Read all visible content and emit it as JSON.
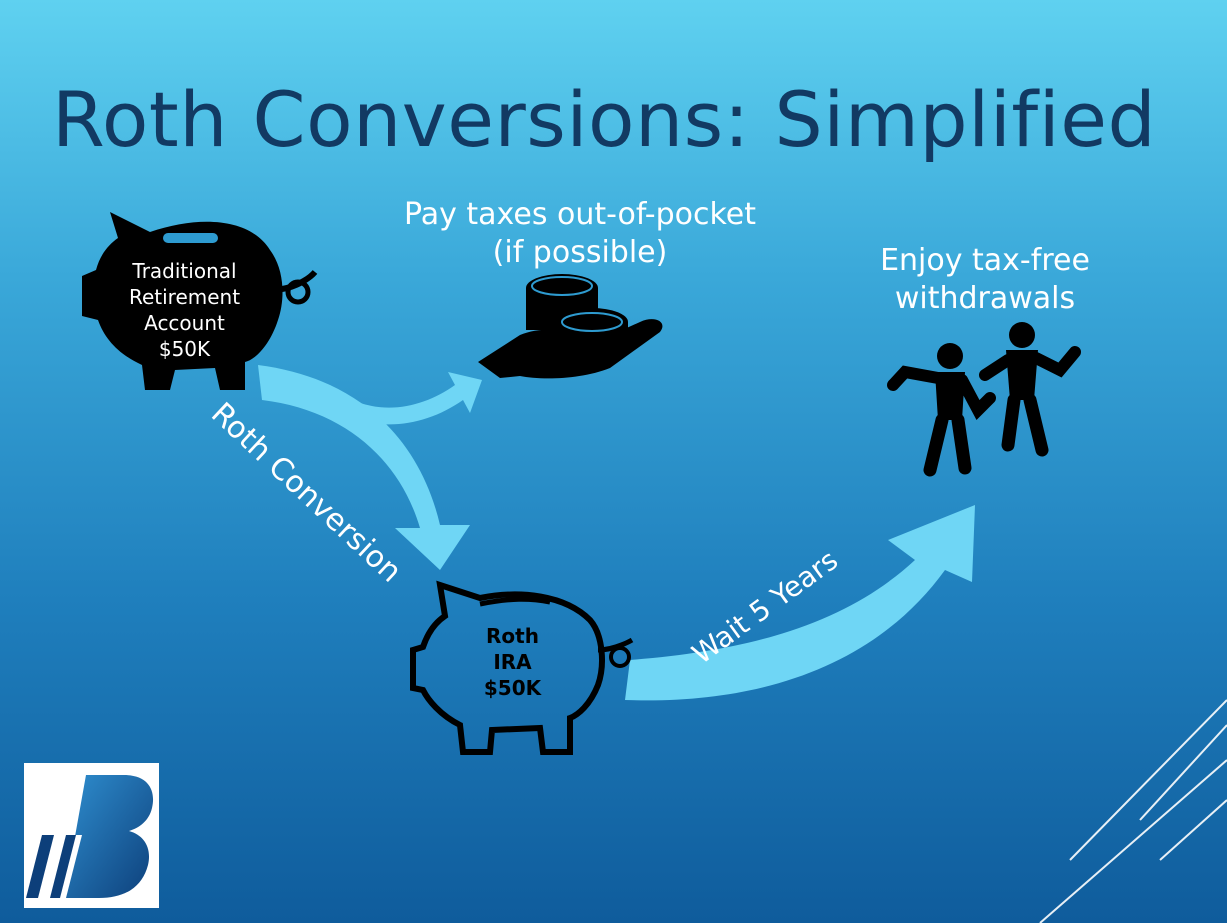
{
  "title": "Roth Conversions: Simplified",
  "traditional": {
    "label_line1": "Traditional",
    "label_line2": "Retirement",
    "label_line3": "Account",
    "amount": "$50K"
  },
  "roth": {
    "label_line1": "Roth",
    "label_line2": "IRA",
    "amount": "$50K"
  },
  "taxes": {
    "line1": "Pay taxes out-of-pocket",
    "line2": "(if possible)"
  },
  "enjoy": {
    "line1": "Enjoy tax-free",
    "line2": "withdrawals"
  },
  "arrow_labels": {
    "conversion": "Roth Conversion",
    "wait": "Wait 5 Years"
  },
  "colors": {
    "title": "#123a63",
    "arrow": "#6fd6f5",
    "icon": "#000000"
  }
}
